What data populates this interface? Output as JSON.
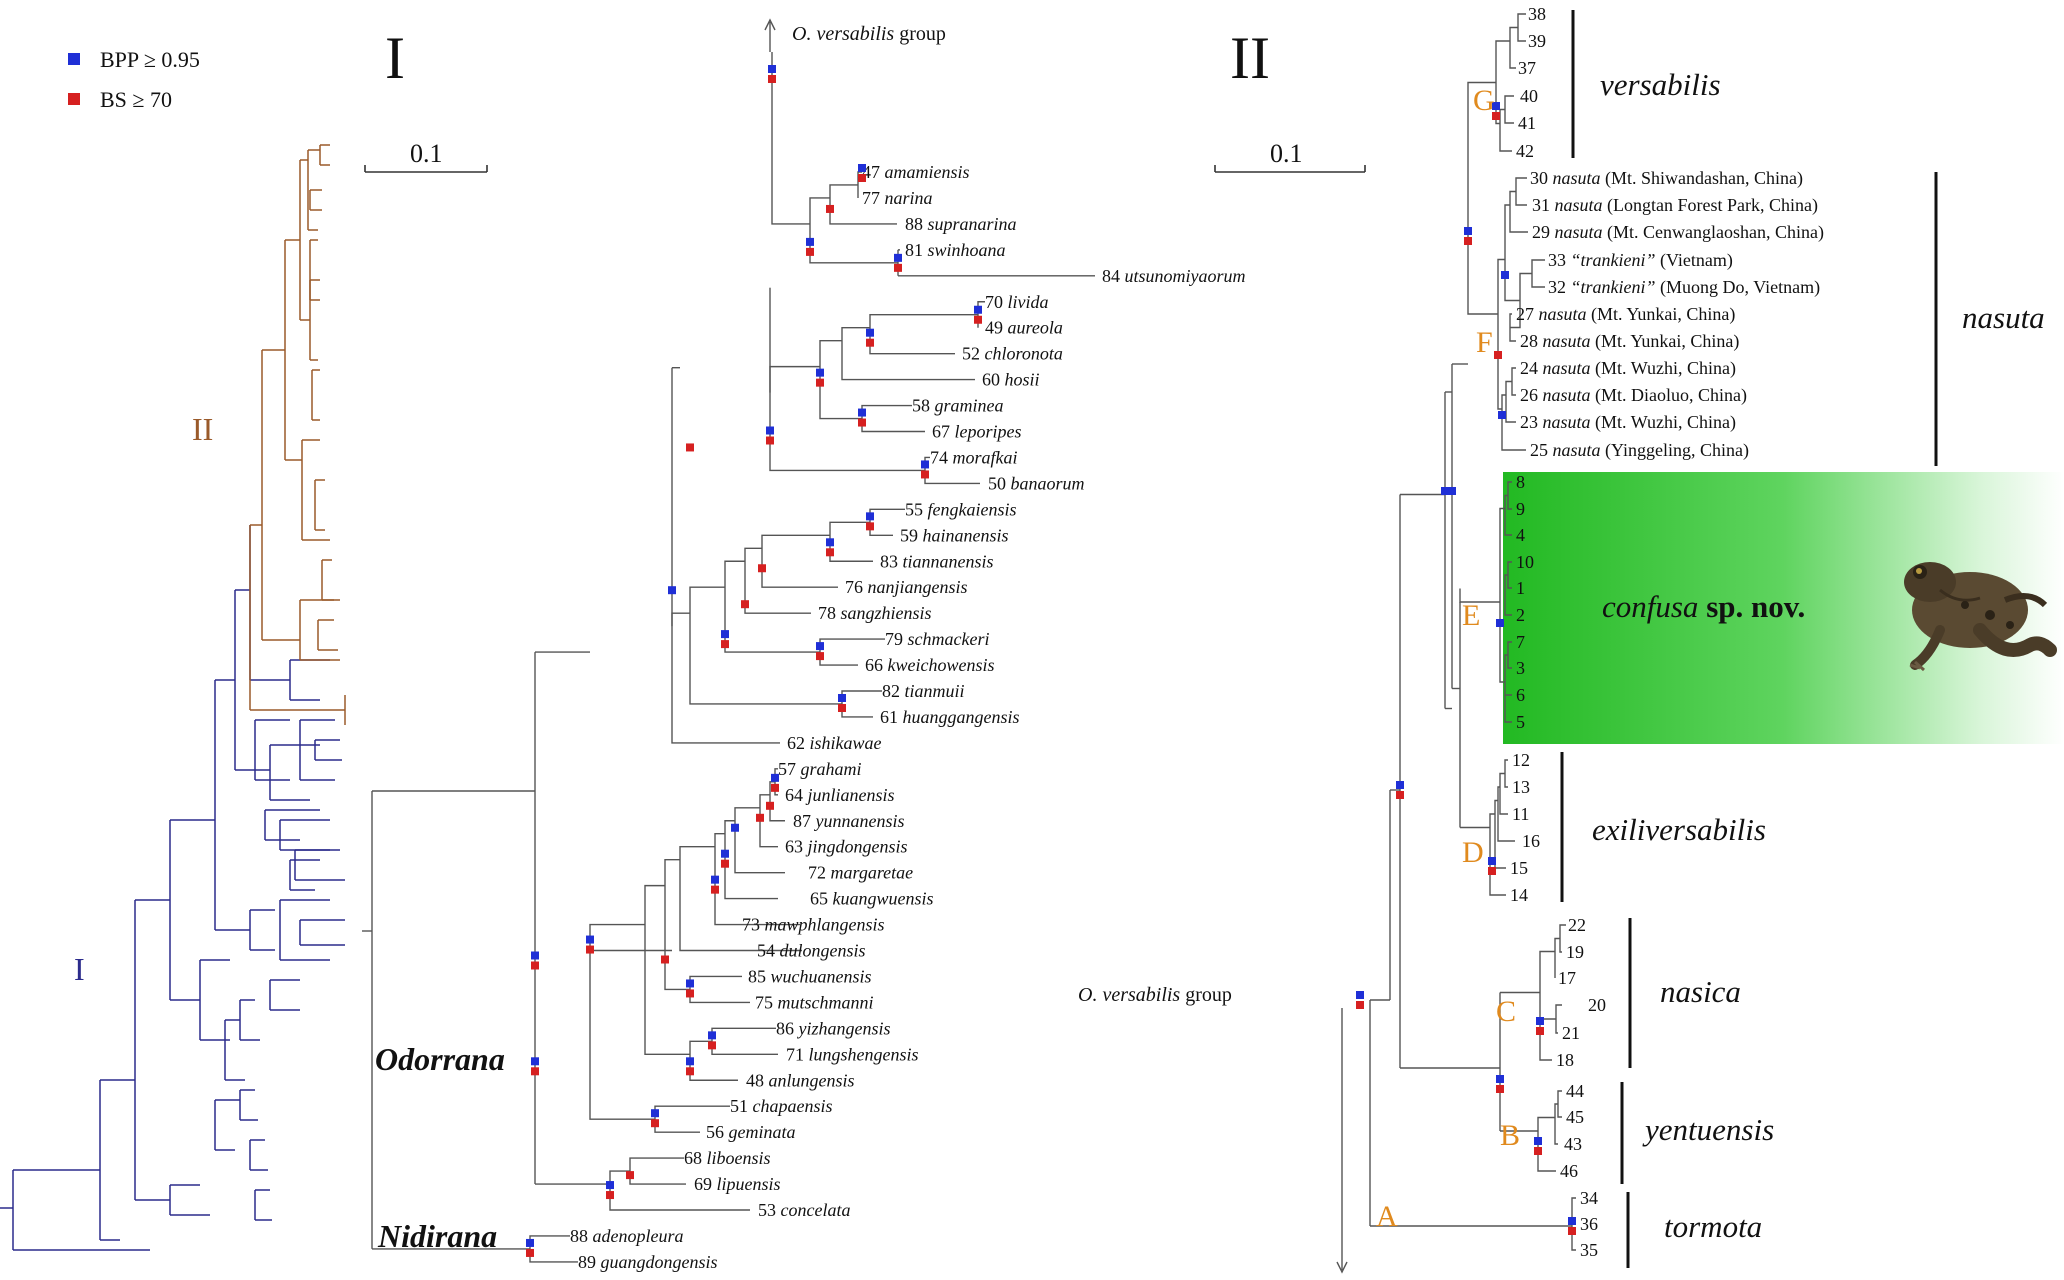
{
  "legend": {
    "bpp_label": "BPP ≥ 0.95",
    "bs_label": "BS ≥ 70",
    "bpp_color": "#1f2fd6",
    "bs_color": "#d62020"
  },
  "panel_I": {
    "title": "I",
    "scale_label": "0.1",
    "outgroup_arrow_label": "O. versabilis",
    "outgroup_arrow_suffix": "group",
    "genus_odorrana": "Odorrana",
    "genus_nidirana": "Nidirana",
    "taxa": [
      {
        "num": "47",
        "name": "amamiensis"
      },
      {
        "num": "77",
        "name": "narina"
      },
      {
        "num": "88",
        "name": "supranarina"
      },
      {
        "num": "81",
        "name": "swinhoana"
      },
      {
        "num": "84",
        "name": "utsunomiyaorum"
      },
      {
        "num": "70",
        "name": "livida"
      },
      {
        "num": "49",
        "name": "aureola"
      },
      {
        "num": "52",
        "name": "chloronota"
      },
      {
        "num": "60",
        "name": "hosii"
      },
      {
        "num": "58",
        "name": "graminea"
      },
      {
        "num": "67",
        "name": "leporipes"
      },
      {
        "num": "74",
        "name": "morafkai"
      },
      {
        "num": "50",
        "name": "banaorum"
      },
      {
        "num": "55",
        "name": "fengkaiensis"
      },
      {
        "num": "59",
        "name": "hainanensis"
      },
      {
        "num": "83",
        "name": "tiannanensis"
      },
      {
        "num": "76",
        "name": "nanjiangensis"
      },
      {
        "num": "78",
        "name": "sangzhiensis"
      },
      {
        "num": "79",
        "name": "schmackeri"
      },
      {
        "num": "66",
        "name": "kweichowensis"
      },
      {
        "num": "82",
        "name": "tianmuii"
      },
      {
        "num": "61",
        "name": "huanggangensis"
      },
      {
        "num": "62",
        "name": "ishikawae"
      },
      {
        "num": "57",
        "name": "grahami"
      },
      {
        "num": "64",
        "name": "junlianensis"
      },
      {
        "num": "87",
        "name": "yunnanensis"
      },
      {
        "num": "63",
        "name": "jingdongensis"
      },
      {
        "num": "72",
        "name": "margaretae"
      },
      {
        "num": "65",
        "name": "kuangwuensis"
      },
      {
        "num": "73",
        "name": "mawphlangensis"
      },
      {
        "num": "54",
        "name": "dulongensis"
      },
      {
        "num": "85",
        "name": "wuchuanensis"
      },
      {
        "num": "75",
        "name": "mutschmanni"
      },
      {
        "num": "86",
        "name": "yizhangensis"
      },
      {
        "num": "71",
        "name": "lungshengensis"
      },
      {
        "num": "48",
        "name": "anlungensis"
      },
      {
        "num": "51",
        "name": "chapaensis"
      },
      {
        "num": "56",
        "name": "geminata"
      },
      {
        "num": "68",
        "name": "liboensis"
      },
      {
        "num": "69",
        "name": "lipuensis"
      },
      {
        "num": "53",
        "name": "concelata"
      },
      {
        "num": "88",
        "name": "adenopleura"
      },
      {
        "num": "89",
        "name": "guangdongensis"
      }
    ]
  },
  "overview": {
    "label_I": "I",
    "label_II": "II"
  },
  "panel_II": {
    "title": "II",
    "scale_label": "0.1",
    "outgroup_label": "O. versabilis",
    "outgroup_suffix": "group",
    "clades": {
      "A": "A",
      "B": "B",
      "C": "C",
      "D": "D",
      "E": "E",
      "F": "F",
      "G": "G"
    },
    "groups": {
      "versabilis": "versabilis",
      "nasuta": "nasuta",
      "confusa": "confusa",
      "confusa_suffix": "sp. nov.",
      "exiliversabilis": "exiliversabilis",
      "nasica": "nasica",
      "yentuensis": "yentuensis",
      "tormota": "tormota"
    },
    "versabilis_tips": [
      "38",
      "39",
      "37",
      "40",
      "41",
      "42"
    ],
    "nasuta_tips": [
      {
        "num": "30",
        "name": "nasuta",
        "loc": "(Mt. Shiwandashan, China)"
      },
      {
        "num": "31",
        "name": "nasuta",
        "loc": "(Longtan Forest Park, China)"
      },
      {
        "num": "29",
        "name": "nasuta",
        "loc": "(Mt. Cenwanglaoshan, China)"
      },
      {
        "num": "33",
        "name": "“trankieni”",
        "loc": "(Vietnam)"
      },
      {
        "num": "32",
        "name": "“trankieni”",
        "loc": "(Muong Do, Vietnam)"
      },
      {
        "num": "27",
        "name": "nasuta",
        "loc": "(Mt. Yunkai, China)"
      },
      {
        "num": "28",
        "name": "nasuta",
        "loc": "(Mt. Yunkai, China)"
      },
      {
        "num": "24",
        "name": "nasuta",
        "loc": "(Mt. Wuzhi, China)"
      },
      {
        "num": "26",
        "name": "nasuta",
        "loc": "(Mt. Diaoluo, China)"
      },
      {
        "num": "23",
        "name": "nasuta",
        "loc": "(Mt. Wuzhi, China)"
      },
      {
        "num": "25",
        "name": "nasuta",
        "loc": "(Yinggeling, China)"
      }
    ],
    "confusa_tips": [
      "8",
      "9",
      "4",
      "10",
      "1",
      "2",
      "7",
      "3",
      "6",
      "5"
    ],
    "exili_tips": [
      "12",
      "13",
      "11",
      "16",
      "15",
      "14"
    ],
    "nasica_tips": [
      "22",
      "19",
      "17",
      "20",
      "21",
      "18"
    ],
    "yentuensis_tips": [
      "44",
      "45",
      "43",
      "46"
    ],
    "tormota_tips": [
      "34",
      "36",
      "35"
    ],
    "highlight_color": "#22b922",
    "clade_letter_color": "#e08a1e"
  }
}
